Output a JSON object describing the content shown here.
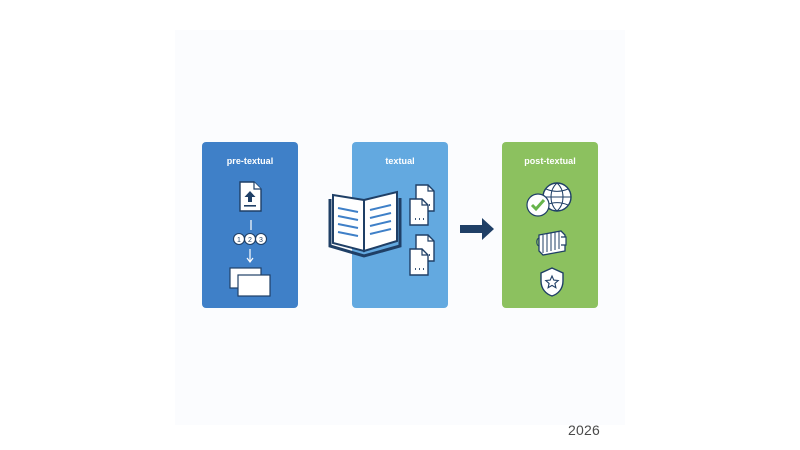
{
  "panels": {
    "pre": {
      "title": "pre-textual",
      "color": "#3f80c8"
    },
    "textual": {
      "title": "textual",
      "color": "#63a9e0"
    },
    "post": {
      "title": "post-textual",
      "color": "#8cc15f"
    }
  },
  "pre_icons": {
    "upload_document": "document-upload-icon",
    "numbered_steps": [
      "1",
      "2",
      "3"
    ],
    "stacked_pages": "stacked-pages-icon"
  },
  "textual_icons": {
    "open_book": "open-book-icon",
    "documents": [
      "document-icon",
      "document-icon",
      "document-icon",
      "document-icon"
    ]
  },
  "post_icons": {
    "globe_check": "globe-check-icon",
    "file_binder": "file-binder-icon",
    "shield_star": "shield-star-icon"
  },
  "flow_arrow": "right-arrow-icon",
  "footer": {
    "year": "2026"
  },
  "colors": {
    "background": "#ffffff",
    "arrow": "#1f3f66",
    "icon_dark": "#1f3f66",
    "check_green": "#67b44b"
  }
}
